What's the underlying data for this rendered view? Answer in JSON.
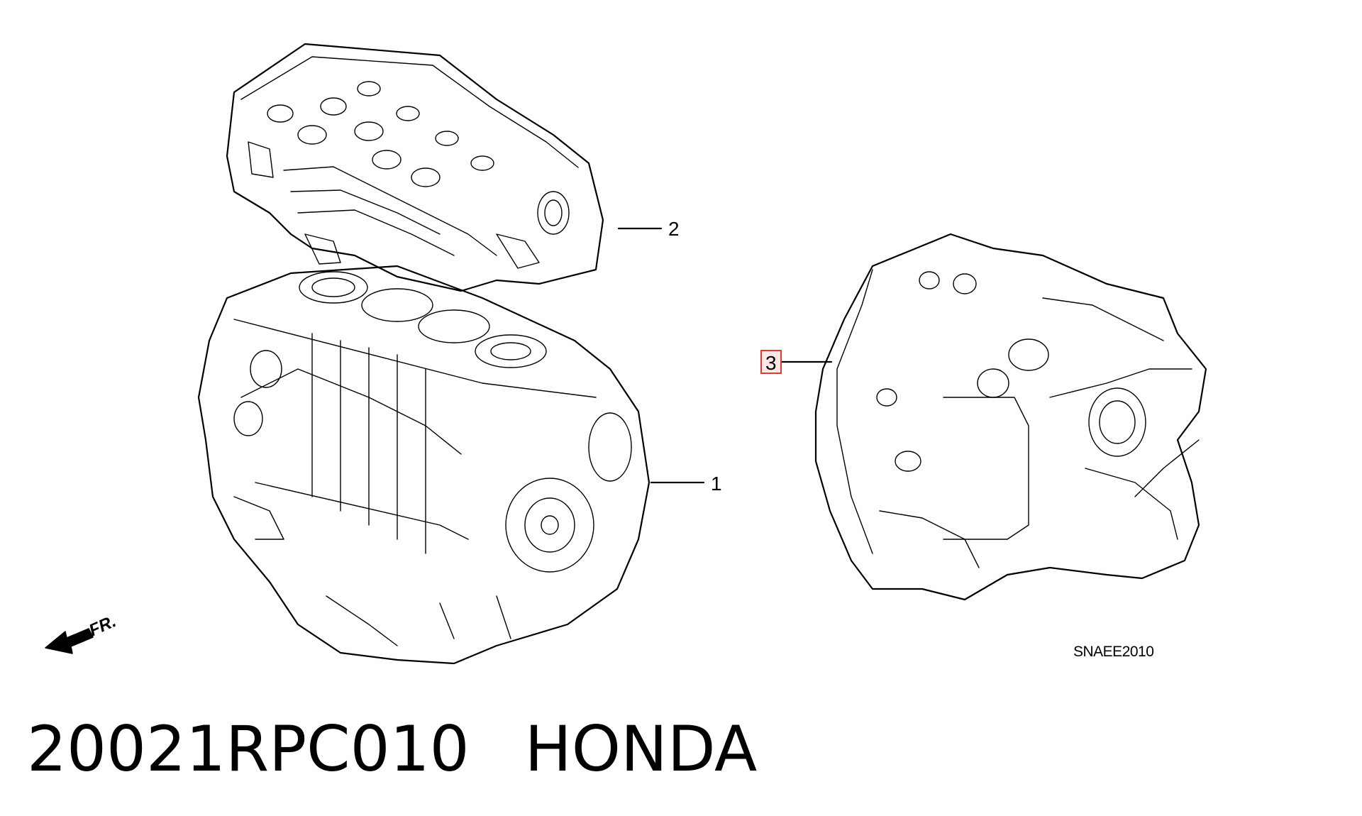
{
  "callouts": {
    "one": "1",
    "two": "2",
    "three": "3"
  },
  "direction_label": "FR.",
  "reference_code": "SNAEE2010",
  "caption": {
    "part_number": "20021RPC010",
    "brand": "HONDA"
  },
  "colors": {
    "highlight_border": "#e53935",
    "highlight_fill": "#fde7e7",
    "line": "#000000"
  }
}
